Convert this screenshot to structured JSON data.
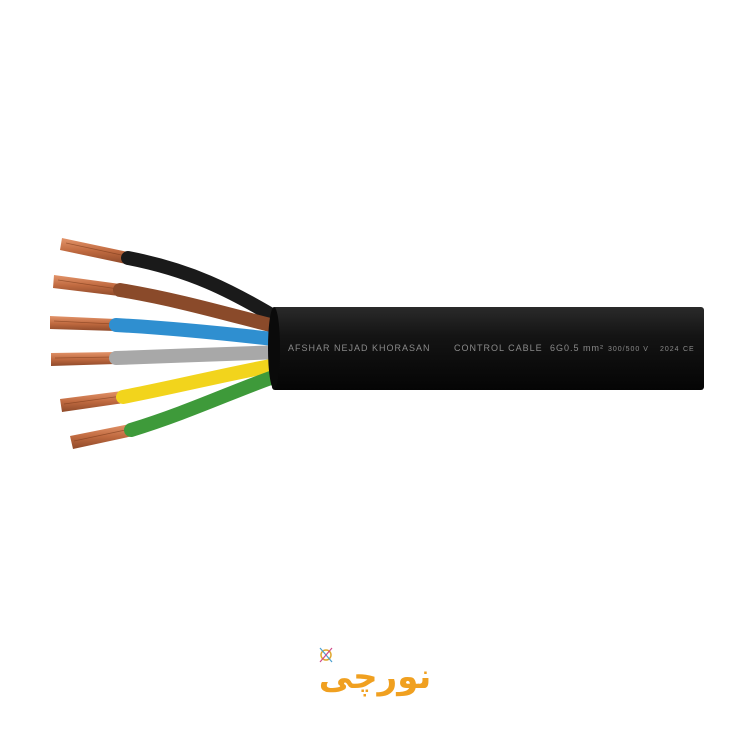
{
  "product": {
    "jacket_print": {
      "brand": "AFSHAR NEJAD KHORASAN",
      "type": "CONTROL CABLE",
      "size": "6G0.5 mm²",
      "voltage": "300/500 V",
      "year": "2024",
      "mark": "CE"
    },
    "core_colors": [
      "black",
      "brown",
      "blue",
      "grey",
      "yellow",
      "green"
    ],
    "colors": {
      "jacket": "#121212",
      "copper": "#c8734a",
      "black": "#1a1a1a",
      "brown": "#8a4a2a",
      "blue": "#2f8fd0",
      "grey": "#a8a8a8",
      "yellow": "#f2d41c",
      "green": "#3e9a3a"
    }
  },
  "logo": {
    "text": "نورچی",
    "color": "#f0a020"
  }
}
